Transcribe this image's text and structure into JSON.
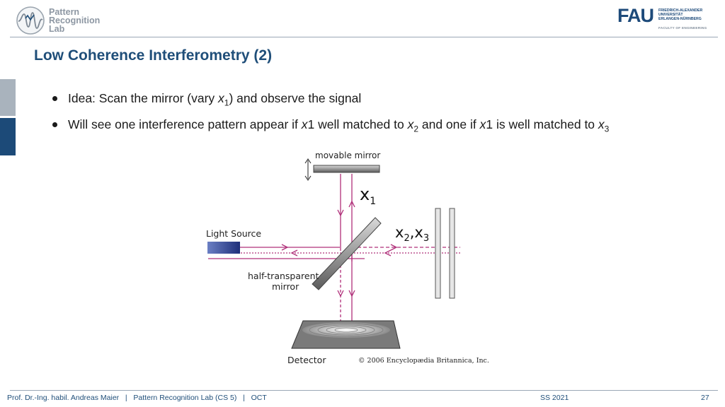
{
  "header": {
    "lab_logo_lines": [
      "Pattern",
      "Recognition",
      "Lab"
    ],
    "uni_logo_letters": "FAU",
    "uni_lines": [
      "FRIEDRICH-ALEXANDER",
      "UNIVERSITÄT",
      "ERLANGEN-NÜRNBERG"
    ],
    "faculty": "FACULTY OF ENGINEERING"
  },
  "slide": {
    "title": "Low Coherence Interferometry (2)",
    "bullet1": {
      "pre": "Idea: Scan the mirror (vary ",
      "var": "x",
      "sub": "1",
      "post": ") and observe the signal"
    },
    "bullet2": {
      "a": "Will see one interference pattern appear if ",
      "v1": "x",
      "b": "1 well matched to ",
      "v2": "x",
      "s2": "2",
      "c": " and one if ",
      "v3": "x",
      "d": "1 is well matched to ",
      "v4": "x",
      "s4": "3"
    }
  },
  "diagram": {
    "movable_mirror": "movable mirror",
    "x1": "x",
    "x1_sub": "1",
    "x23_a": "x",
    "x23_a_sub": "2",
    "x23_comma": ",",
    "x23_b": "x",
    "x23_b_sub": "3",
    "light_source": "Light Source",
    "half_mirror_line1": "half-transparent",
    "half_mirror_line2": "mirror",
    "detector": "Detector",
    "copyright": "© 2006 Encyclopædia Britannica, Inc.",
    "colors": {
      "beam": "#b0307a",
      "mirror": "#6e6e6e",
      "source": "#2b3f8f"
    }
  },
  "footer": {
    "author": "Prof. Dr.-Ing. habil. Andreas Maier",
    "lab": "Pattern Recognition Lab (CS 5)",
    "topic": "OCT",
    "sep": "|",
    "semester": "SS 2021",
    "page": "27"
  }
}
